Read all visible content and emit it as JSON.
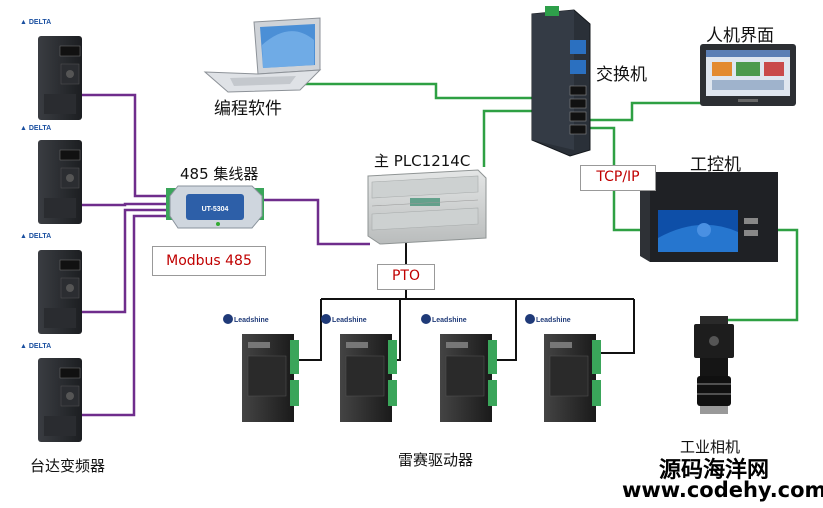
{
  "labels": {
    "programming_software": "编程软件",
    "switch": "交换机",
    "hmi": "人机界面",
    "plc": "主 PLC1214C",
    "hub485": "485 集线器",
    "modbus": "Modbus 485",
    "ipc": "工控机",
    "tcpip": "TCP/IP",
    "pto": "PTO",
    "vfd": "台达变频器",
    "driver": "雷赛驱动器",
    "camera": "工业相机",
    "hub_device_text": "UT-5304",
    "driver_brand": "Leadshine",
    "vfd_brand": "DELTA"
  },
  "watermark": {
    "site_name": "源码海洋网",
    "url": "www.codehy.com"
  },
  "colors": {
    "ethernet": "#2ea043",
    "rs485": "#6f2d8c",
    "pto": "#111111",
    "label_red": "#c00000"
  }
}
